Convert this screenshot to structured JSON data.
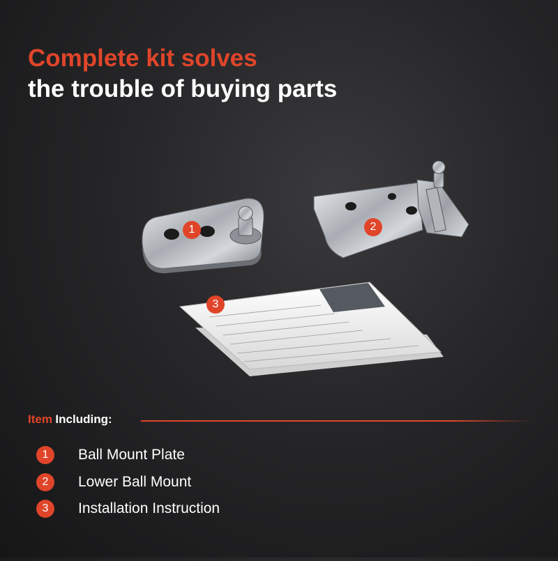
{
  "headline": {
    "line1": "Complete kit solves",
    "line2": "the trouble of buying parts"
  },
  "product_badges": [
    "1",
    "2",
    "3"
  ],
  "section": {
    "accent_word": "Item",
    "title_word": "Including:"
  },
  "items": [
    {
      "number": "1",
      "label": "Ball Mount Plate"
    },
    {
      "number": "2",
      "label": "Lower Ball Mount"
    },
    {
      "number": "3",
      "label": "Installation Instruction"
    }
  ],
  "colors": {
    "accent": "#e0452a",
    "background": "#262628",
    "text": "#ffffff"
  }
}
